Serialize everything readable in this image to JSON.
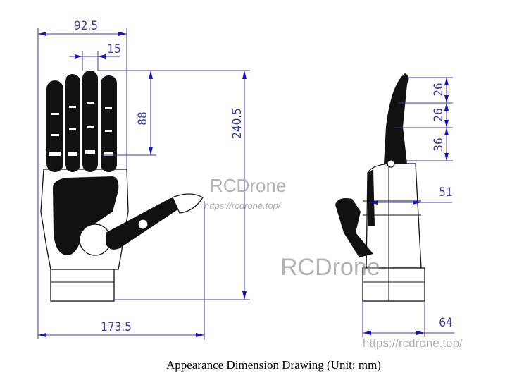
{
  "dimensions": {
    "overall_palm_width": "92.5",
    "finger_width": "15",
    "finger_length": "88",
    "overall_height": "240.5",
    "overall_width_with_thumb": "173.5",
    "side_segment_1": "26",
    "side_segment_2": "26",
    "side_segment_3": "36",
    "side_depth": "51",
    "side_base_width": "64"
  },
  "watermarks": {
    "brand_1": "RCDrone",
    "url_1": "https://rcdrone.top/",
    "brand_2": "RCDrone",
    "url_2": "https://rcdrone.top/"
  },
  "caption": "Appearance Dimension Drawing (Unit: mm)",
  "colors": {
    "dimension_line": "#3b3ba8",
    "arrow": "#1212c8"
  }
}
